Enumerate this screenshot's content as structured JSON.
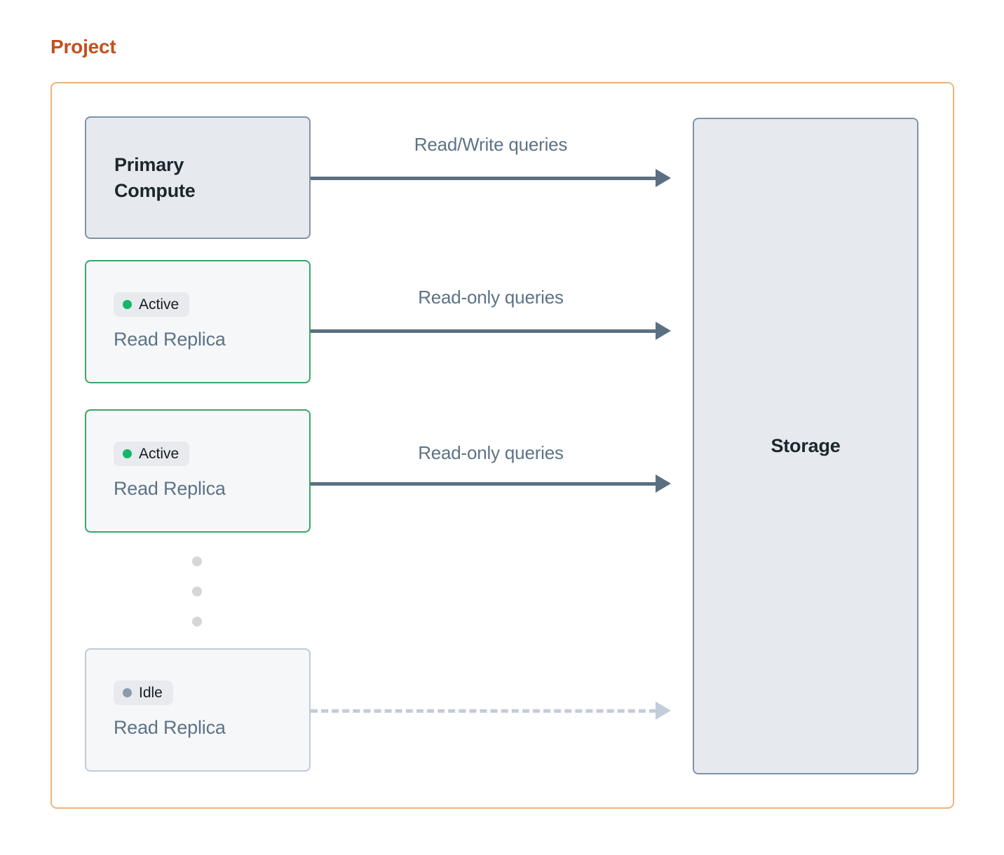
{
  "title": "Project",
  "colors": {
    "title": "#c2501e",
    "container_border": "#f0b477",
    "node_fill": "#e6eaef",
    "node_border": "#7f93a6",
    "replica_fill": "#f6f7f9",
    "active_border": "#3ba566",
    "idle_border": "#bfcbd6",
    "badge_fill": "#e8eaee",
    "active_dot": "#12b76a",
    "idle_dot": "#8b9bae",
    "arrow": "#5a7082",
    "arrow_muted": "#c2cdd9",
    "label_text": "#5d7386",
    "heading_text": "#1e262d"
  },
  "nodes": {
    "primary": {
      "name": "Primary\nCompute",
      "line1": "Primary",
      "line2": "Compute"
    },
    "replicas": [
      {
        "status": "Active",
        "status_state": "active",
        "name": "Read Replica"
      },
      {
        "status": "Active",
        "status_state": "active",
        "name": "Read Replica"
      },
      {
        "status": "Idle",
        "status_state": "idle",
        "name": "Read Replica"
      }
    ],
    "storage": {
      "name": "Storage"
    }
  },
  "arrows": [
    {
      "label": "Read/Write queries",
      "style": "solid",
      "from": "Primary Compute",
      "to": "Storage"
    },
    {
      "label": "Read-only queries",
      "style": "solid",
      "from": "Read Replica (Active)",
      "to": "Storage"
    },
    {
      "label": "Read-only queries",
      "style": "solid",
      "from": "Read Replica (Active)",
      "to": "Storage"
    },
    {
      "label": "",
      "style": "dashed",
      "from": "Read Replica (Idle)",
      "to": "Storage"
    }
  ],
  "ellipsis": {
    "dot_count": 3,
    "meaning": "more read replicas"
  }
}
